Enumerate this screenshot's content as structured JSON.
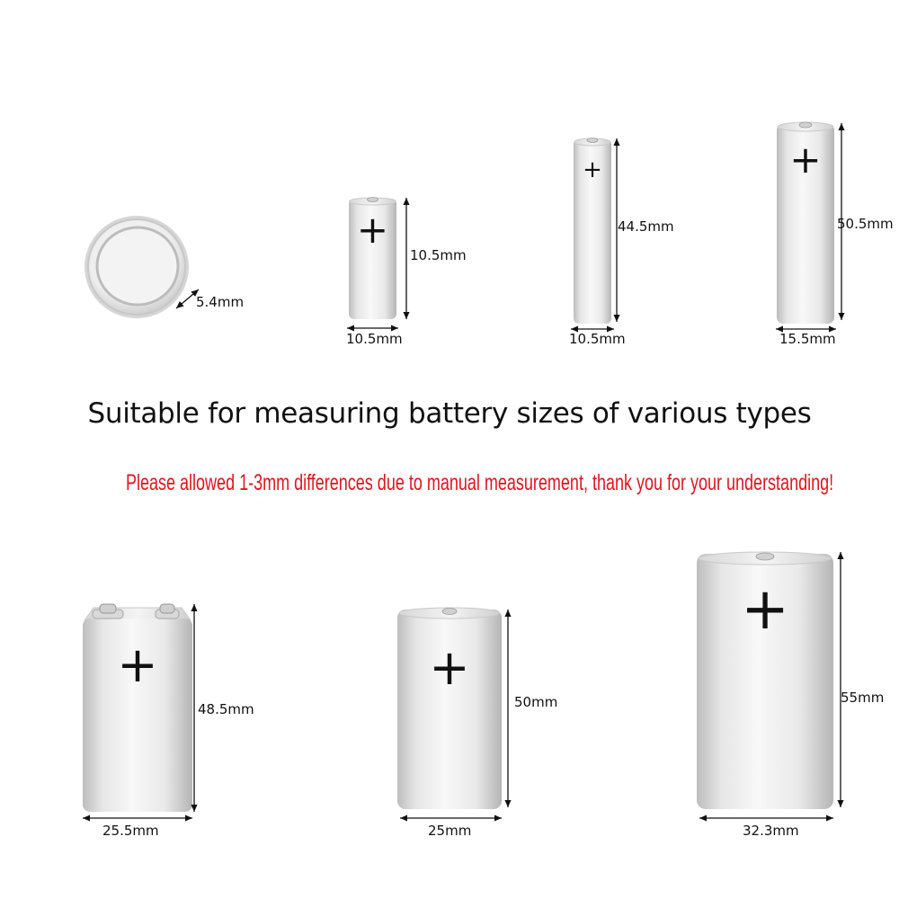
{
  "heading": "Suitable for measuring battery sizes of various types",
  "notice": "Please allowed 1-3mm differences due to manual measurement, thank you for your understanding!",
  "colors": {
    "heading": "#111111",
    "notice": "#e3141a",
    "battery_body": "#ececec",
    "battery_shadow": "#bdbdbd",
    "dimension_line": "#111111"
  },
  "batteries": [
    {
      "id": "coin-cell",
      "icon": "coin-battery-icon",
      "thickness": "5.4mm"
    },
    {
      "id": "small-cylinder",
      "icon": "cylinder-battery-icon",
      "height": "10.5mm",
      "width": "10.5mm",
      "symbol": "+"
    },
    {
      "id": "aaa",
      "icon": "cylinder-battery-icon",
      "height": "44.5mm",
      "width": "10.5mm",
      "symbol": "+"
    },
    {
      "id": "aa",
      "icon": "cylinder-battery-icon",
      "height": "50.5mm",
      "width": "15.5mm",
      "symbol": "+"
    },
    {
      "id": "9v",
      "icon": "9v-battery-icon",
      "height": "48.5mm",
      "width": "25.5mm",
      "symbol": "+"
    },
    {
      "id": "c-cell",
      "icon": "cylinder-battery-icon",
      "height": "50mm",
      "width": "25mm",
      "symbol": "+"
    },
    {
      "id": "d-cell",
      "icon": "cylinder-battery-icon",
      "height": "55mm",
      "width": "32.3mm",
      "symbol": "+"
    }
  ]
}
